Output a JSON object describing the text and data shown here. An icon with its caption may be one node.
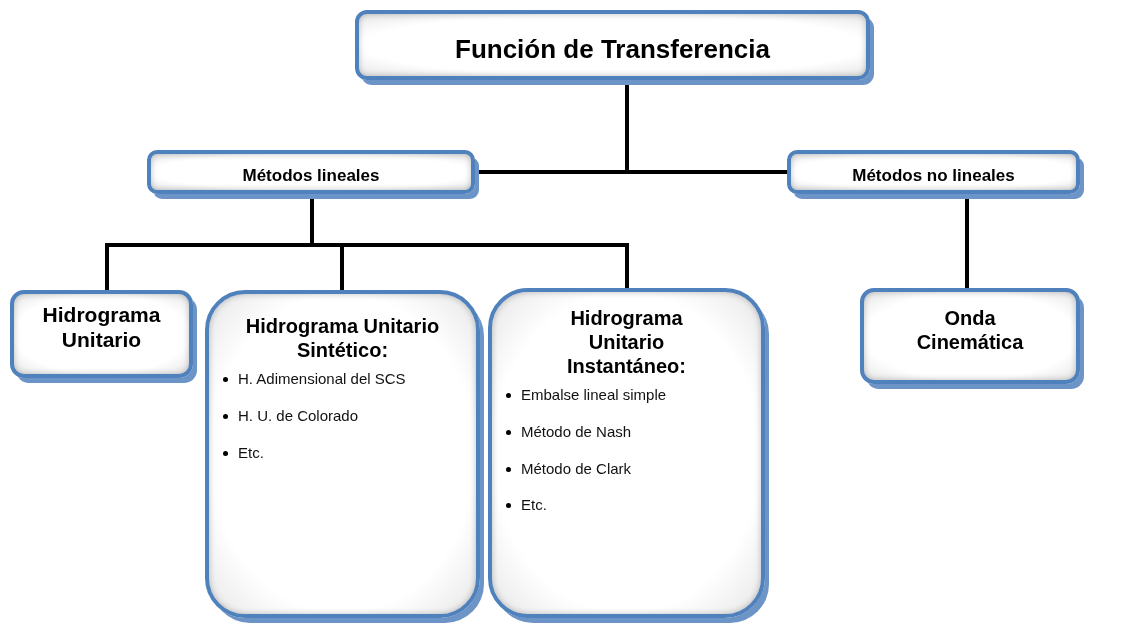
{
  "diagram": {
    "nodes": [
      {
        "text": [
          "Función de Transferencia"
        ]
      },
      {
        "text": [
          "Métodos lineales"
        ]
      },
      {
        "text": [
          "Métodos no lineales"
        ]
      },
      {
        "text": [
          "Hidrograma Unitario"
        ]
      },
      {
        "text": [
          "Hidrograma Unitario Sintético:",
          "H. Adimensional del SCS",
          "H. U. de Colorado",
          "Etc."
        ]
      },
      {
        "text": [
          "Hidrograma Unitario Instantáneo:",
          "Embalse lineal simple",
          "Método de Nash",
          "Método de Clark",
          "Etc."
        ]
      },
      {
        "text": [
          "Onda Cinemática"
        ]
      }
    ],
    "edges": [
      {
        "from": 0,
        "to": 1,
        "arrow": "none"
      },
      {
        "from": 0,
        "to": 2,
        "arrow": "none"
      },
      {
        "from": 1,
        "to": 3,
        "arrow": "none"
      },
      {
        "from": 1,
        "to": 4,
        "arrow": "none"
      },
      {
        "from": 1,
        "to": 5,
        "arrow": "none"
      },
      {
        "from": 2,
        "to": 6,
        "arrow": "none"
      }
    ]
  }
}
